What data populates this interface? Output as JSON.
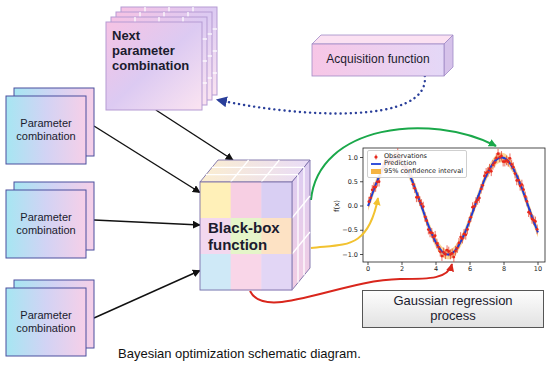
{
  "diagram": {
    "caption": "Bayesian optimization schematic diagram.",
    "nodes": [
      {
        "text": [
          "Next parameter combination"
        ]
      },
      {
        "text": [
          "Acquisition function"
        ]
      },
      {
        "text": [
          "Parameter combination"
        ]
      },
      {
        "text": [
          "Parameter combination"
        ]
      },
      {
        "text": [
          "Parameter combination"
        ]
      },
      {
        "text": [
          "Black-box function"
        ]
      },
      {
        "text": [
          "Gaussian regression process"
        ]
      }
    ],
    "edges": [
      {
        "from": 1,
        "to": 0,
        "arrow": "to"
      },
      {
        "from": 2,
        "to": 5,
        "arrow": "to"
      },
      {
        "from": 3,
        "to": 5,
        "arrow": "to"
      },
      {
        "from": 4,
        "to": 5,
        "arrow": "to"
      },
      {
        "from": 0,
        "to": 5,
        "arrow": "to"
      }
    ],
    "labels": [
      "f(x)",
      "1.0",
      "0.5",
      "0.0",
      "−0.5",
      "−1.0",
      "0",
      "2",
      "4",
      "6",
      "8",
      "10"
    ],
    "legend": [
      {
        "text": "Observations"
      },
      {
        "text": "Prediction"
      },
      {
        "text": "95% confidence interval",
        "color": "#f5b342"
      }
    ]
  }
}
